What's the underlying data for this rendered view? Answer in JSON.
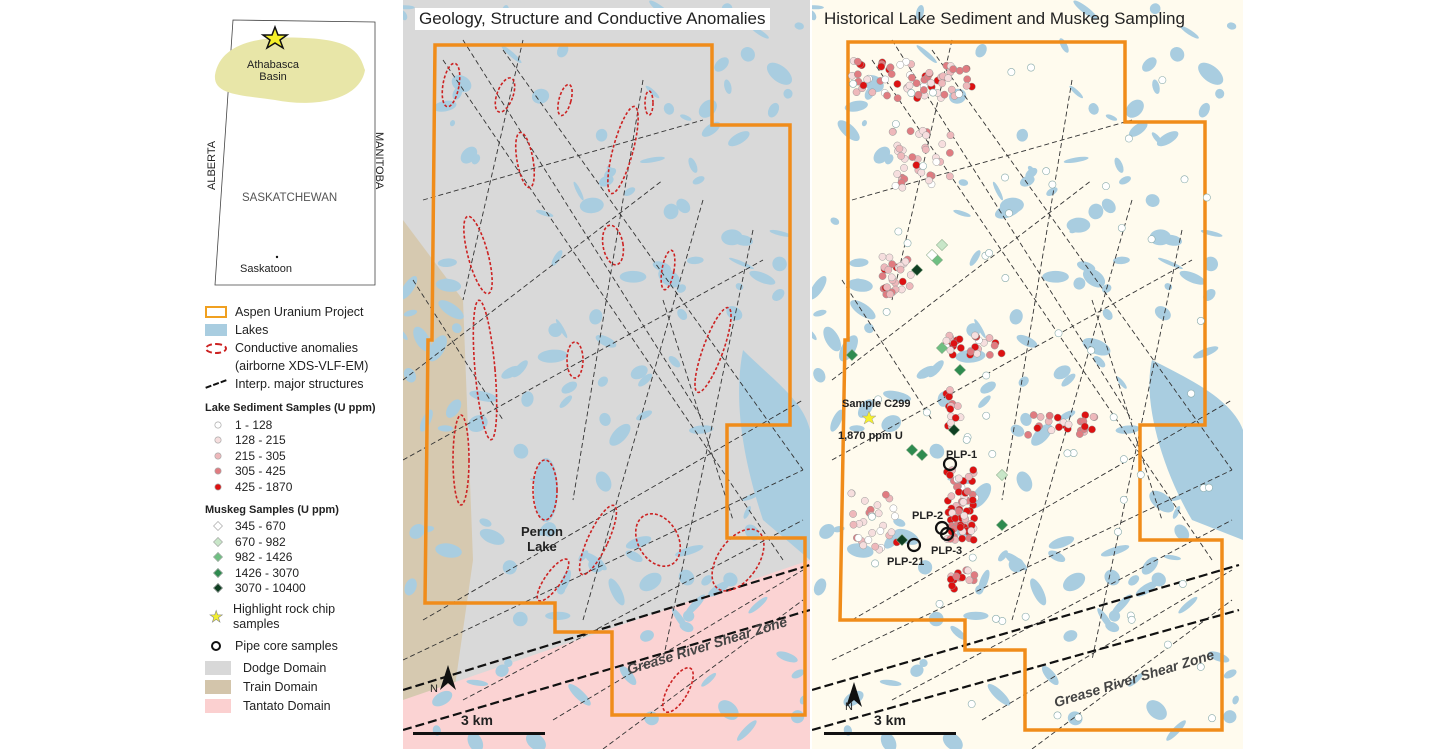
{
  "inset": {
    "basin": "Athabasca Basin",
    "west": "ALBERTA",
    "east": "MANITOBA",
    "province": "SASKATCHEWAN",
    "city": "Saskatoon"
  },
  "legend": {
    "items": [
      {
        "label": "Aspen Uranium Project",
        "color": "#f0a020"
      },
      {
        "label": "Lakes",
        "color": "#a9cde0"
      },
      {
        "label": "Conductive anomalies",
        "label2": "(airborne XDS-VLF-EM)",
        "color": "#cc2222"
      },
      {
        "label": "Interp. major structures",
        "color": "#111111"
      }
    ],
    "lake_title": "Lake Sediment Samples (U ppm)",
    "lake_classes": [
      {
        "label": "1 - 128",
        "color": "#ffffff"
      },
      {
        "label": "128 - 215",
        "color": "#f6dede"
      },
      {
        "label": "215 - 305",
        "color": "#eeb8bb"
      },
      {
        "label": "305 - 425",
        "color": "#e07b80"
      },
      {
        "label": "425 - 1870",
        "color": "#dd1111"
      }
    ],
    "muskeg_title": "Muskeg Samples (U ppm)",
    "muskeg_classes": [
      {
        "label": "345 - 670",
        "color": "#ffffff"
      },
      {
        "label": "670 - 982",
        "color": "#c8e6c8"
      },
      {
        "label": "982 - 1426",
        "color": "#6fbf82"
      },
      {
        "label": "1426 - 3070",
        "color": "#2e8b4f"
      },
      {
        "label": "3070 - 10400",
        "color": "#0f3f22"
      }
    ],
    "rock_chip": "Highlight rock chip samples",
    "pipe_core": "Pipe core samples",
    "domains": [
      {
        "label": "Dodge Domain",
        "color": "#d8d8d8"
      },
      {
        "label": "Train Domain",
        "color": "#d3c5ab"
      },
      {
        "label": "Tantato Domain",
        "color": "#fbd0d0"
      }
    ]
  },
  "map1": {
    "title": "Geology, Structure and Conductive Anomalies",
    "lake_label": "Perron",
    "lake_label2": "Lake",
    "shear_zone": "Grease River Shear Zone",
    "scale": "3 km",
    "north": "N"
  },
  "map2": {
    "title": "Historical Lake Sediment and Muskeg Sampling",
    "sample_label": "Sample  C299",
    "sample_value": "1,870 ppm U",
    "pipe_cores": [
      "PLP-1",
      "PLP-2",
      "PLP-3",
      "PLP-21"
    ],
    "shear_zone": "Grease River Shear Zone",
    "scale": "3 km",
    "north": "N"
  }
}
